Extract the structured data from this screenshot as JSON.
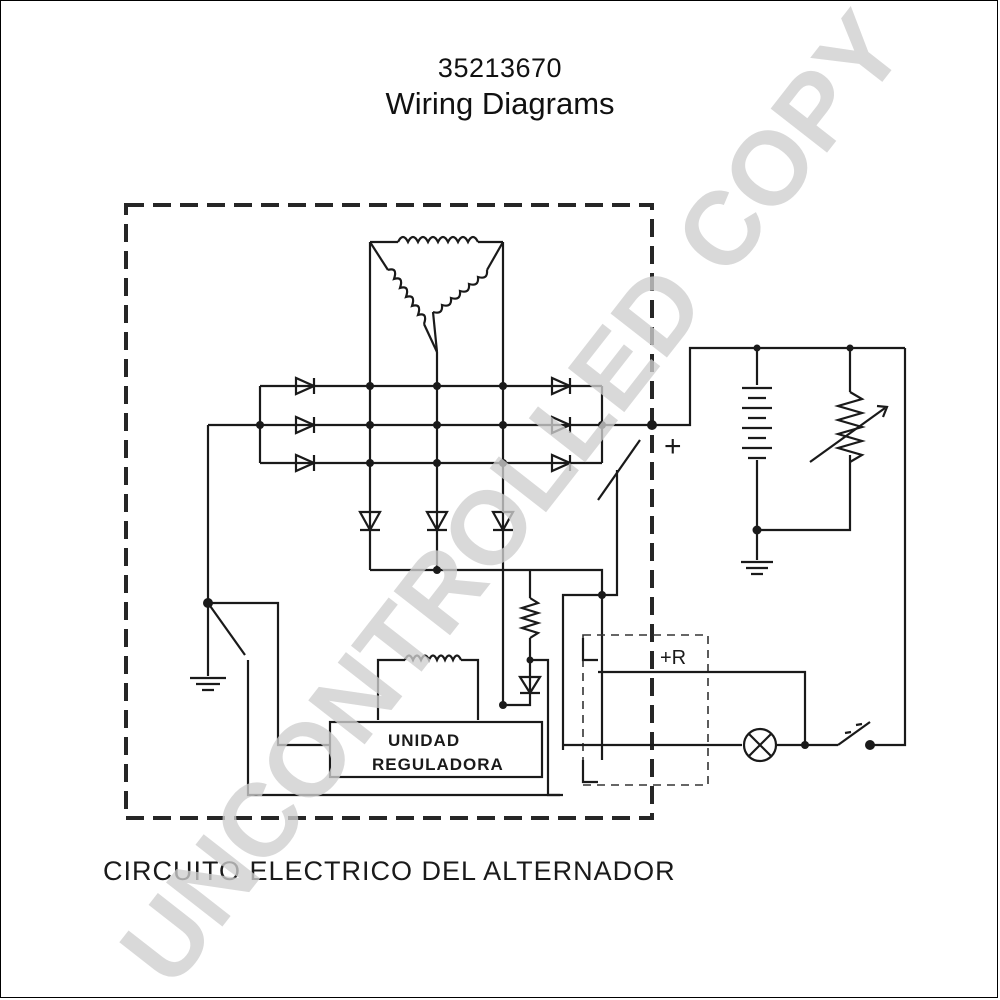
{
  "header": {
    "part_number": "35213670",
    "title": "Wiring Diagrams"
  },
  "diagram": {
    "caption": "CIRCUITO ELECTRICO DEL ALTERNADOR",
    "regulator_line1": "UNIDAD",
    "regulator_line2": "REGULADORA",
    "terminal_plus_r": "+R",
    "terminal_plus": "+"
  },
  "watermark": "UNCONTROLLED COPY",
  "colors": {
    "ink": "#1a1a1a",
    "watermark": "#cfcfcf"
  }
}
